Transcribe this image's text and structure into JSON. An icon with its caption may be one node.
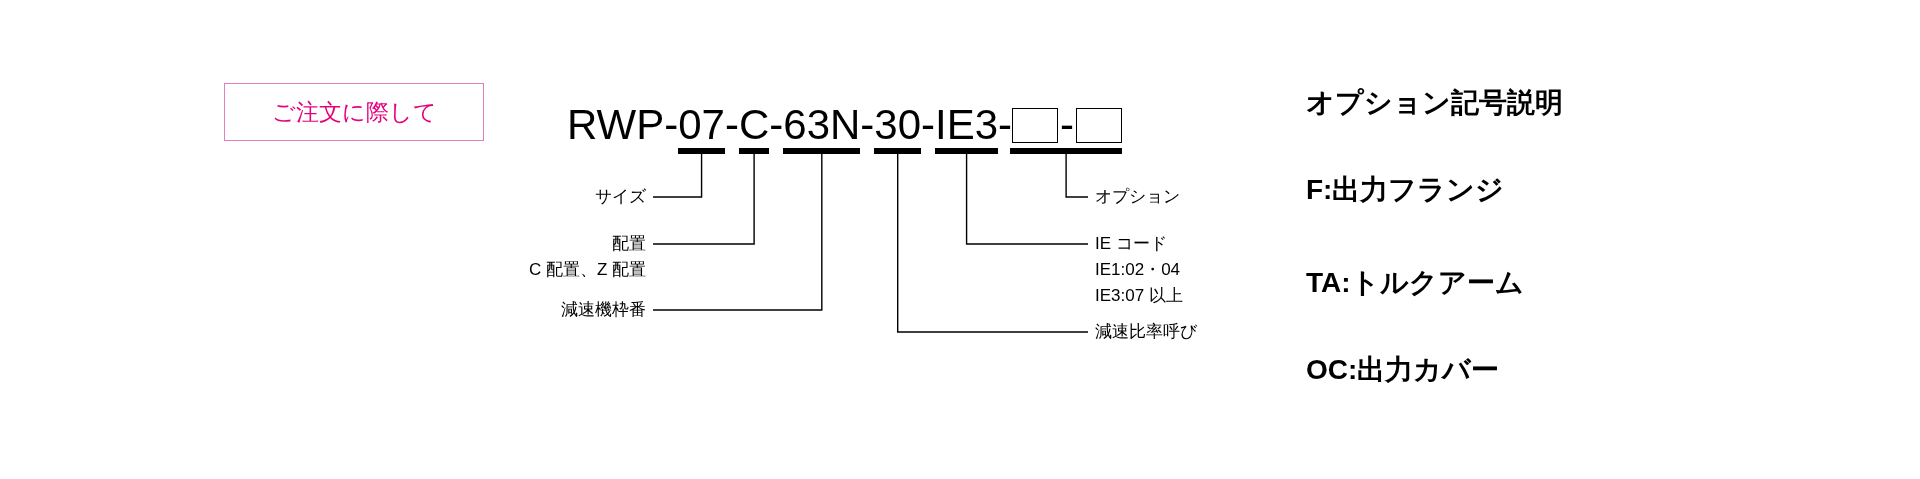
{
  "diagram": {
    "nodes": [
      {
        "text": [
          "ご注文に際して"
        ]
      },
      {
        "text": [
          "07"
        ]
      },
      {
        "text": [
          "C"
        ]
      },
      {
        "text": [
          "63N"
        ]
      },
      {
        "text": [
          "30"
        ]
      },
      {
        "text": [
          "IE3"
        ]
      },
      {
        "text": [],
        "shape": "bar"
      },
      {
        "text": [],
        "shape": "box"
      },
      {
        "text": [],
        "shape": "box"
      },
      {
        "text": [
          "サイズ"
        ]
      },
      {
        "text": [
          "配置",
          "C 配置、Z 配置"
        ]
      },
      {
        "text": [
          "減速機枠番"
        ]
      },
      {
        "text": [
          "オプション"
        ]
      },
      {
        "text": [
          "IE コード",
          "IE1:02・04",
          "IE3:07 以上"
        ]
      },
      {
        "text": [
          "減速比率呼び"
        ]
      }
    ],
    "edges": [
      {
        "from": 9,
        "to": 1,
        "arrow": "none"
      },
      {
        "from": 10,
        "to": 2,
        "arrow": "none"
      },
      {
        "from": 11,
        "to": 3,
        "arrow": "none"
      },
      {
        "from": 14,
        "to": 4,
        "arrow": "none"
      },
      {
        "from": 13,
        "to": 5,
        "arrow": "none"
      },
      {
        "from": 12,
        "to": 6,
        "arrow": "none"
      }
    ],
    "labels": [
      "RWP-",
      "-",
      "-",
      "-",
      "-",
      "-",
      "-",
      "オプション記号説明",
      "F:出力フランジ",
      "TA:トルクアーム",
      "OC:出力カバー"
    ]
  }
}
